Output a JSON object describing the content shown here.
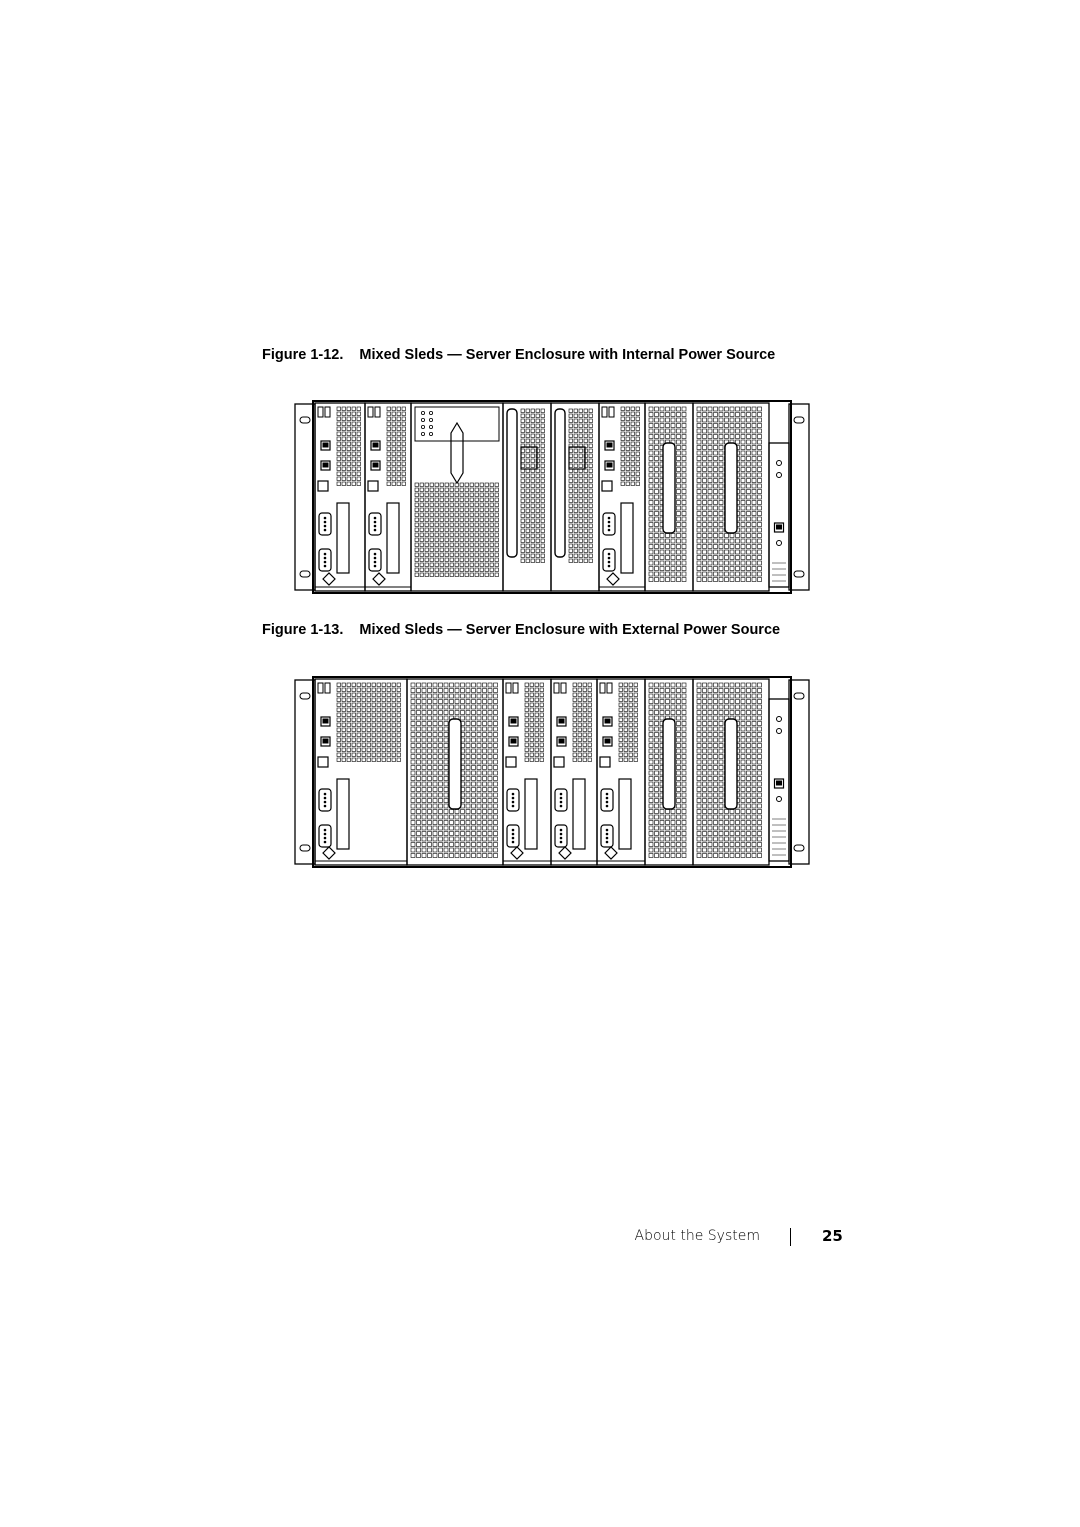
{
  "figures": [
    {
      "number": "Figure 1-12.",
      "title": "Mixed Sleds — Server Enclosure with Internal Power Source"
    },
    {
      "number": "Figure 1-13.",
      "title": "Mixed Sleds — Server Enclosure with External Power Source"
    }
  ],
  "footer": {
    "section": "About the System",
    "page_number": "25"
  }
}
